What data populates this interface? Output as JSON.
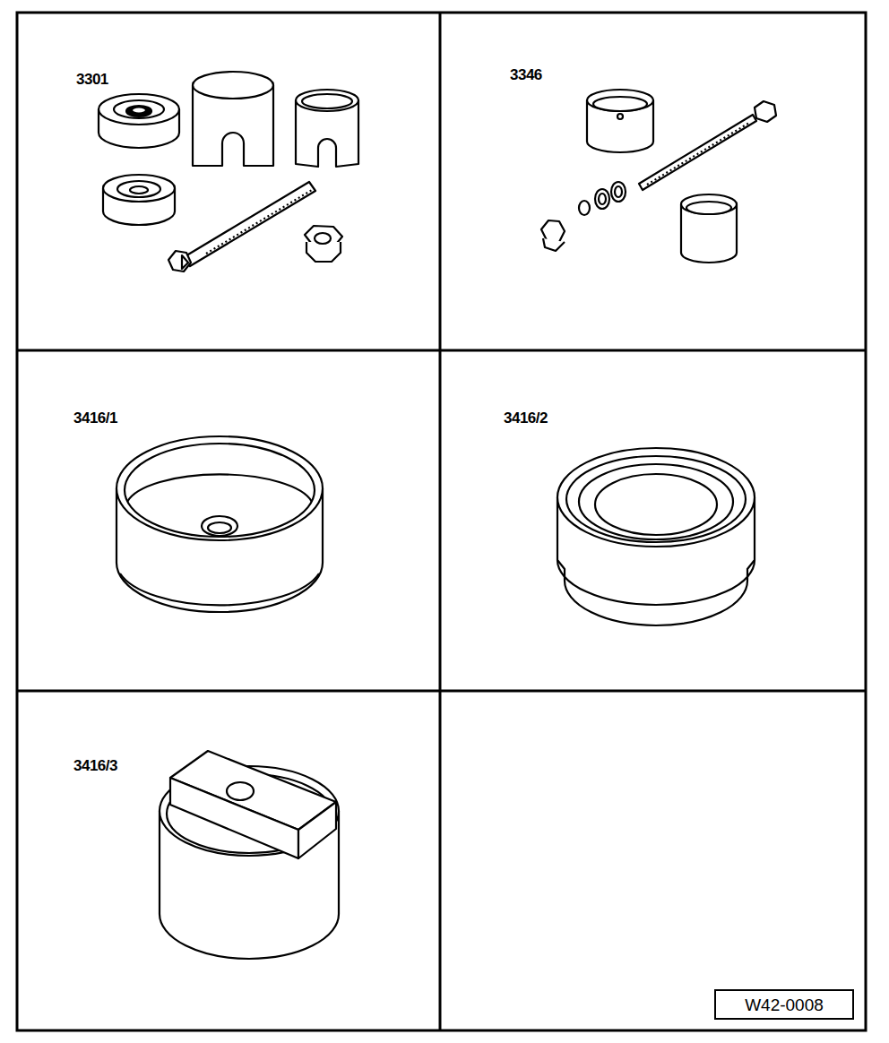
{
  "diagram": {
    "nodes": [
      {
        "text": [
          "3301"
        ]
      },
      {
        "text": [
          "3346"
        ]
      },
      {
        "text": [
          "3416/1"
        ]
      },
      {
        "text": [
          "3416/2"
        ]
      },
      {
        "text": [
          "3416/3"
        ]
      },
      {
        "text": [
          "W42-0008"
        ]
      }
    ]
  }
}
